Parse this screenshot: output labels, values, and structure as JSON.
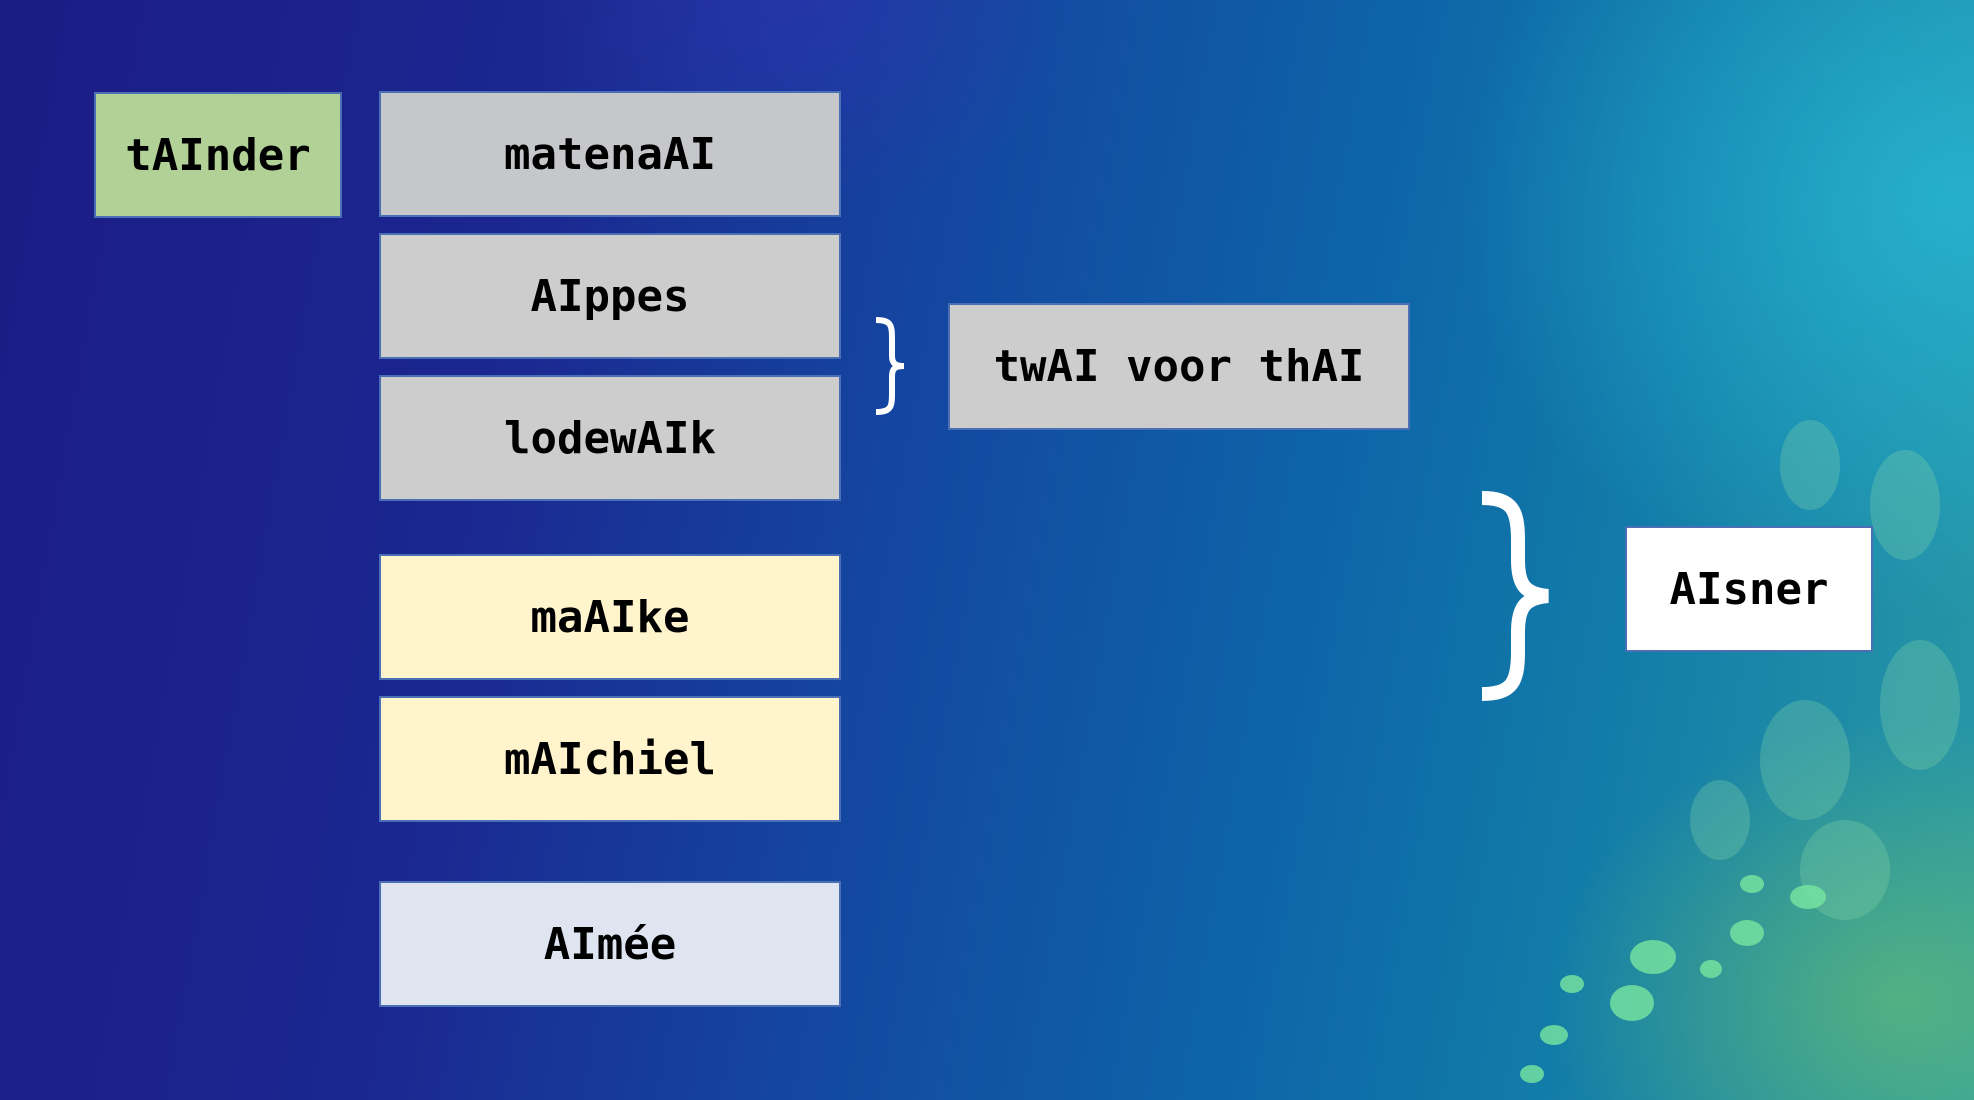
{
  "boxes": {
    "tainder": "tAInder",
    "matenaai": "matenaAI",
    "aippes": "AIppes",
    "lodewaik": "lodewAIk",
    "maaike": "maAIke",
    "maichiel": "mAIchiel",
    "aimee": "AImée",
    "twai_voor_thai": "twAI voor thAI",
    "aisner": "AIsner"
  },
  "colors": {
    "green": "#b1d196",
    "gray": "#cdcdcd",
    "yellow": "#fff4cc",
    "light": "#dfe5f0",
    "white": "#ffffff"
  }
}
